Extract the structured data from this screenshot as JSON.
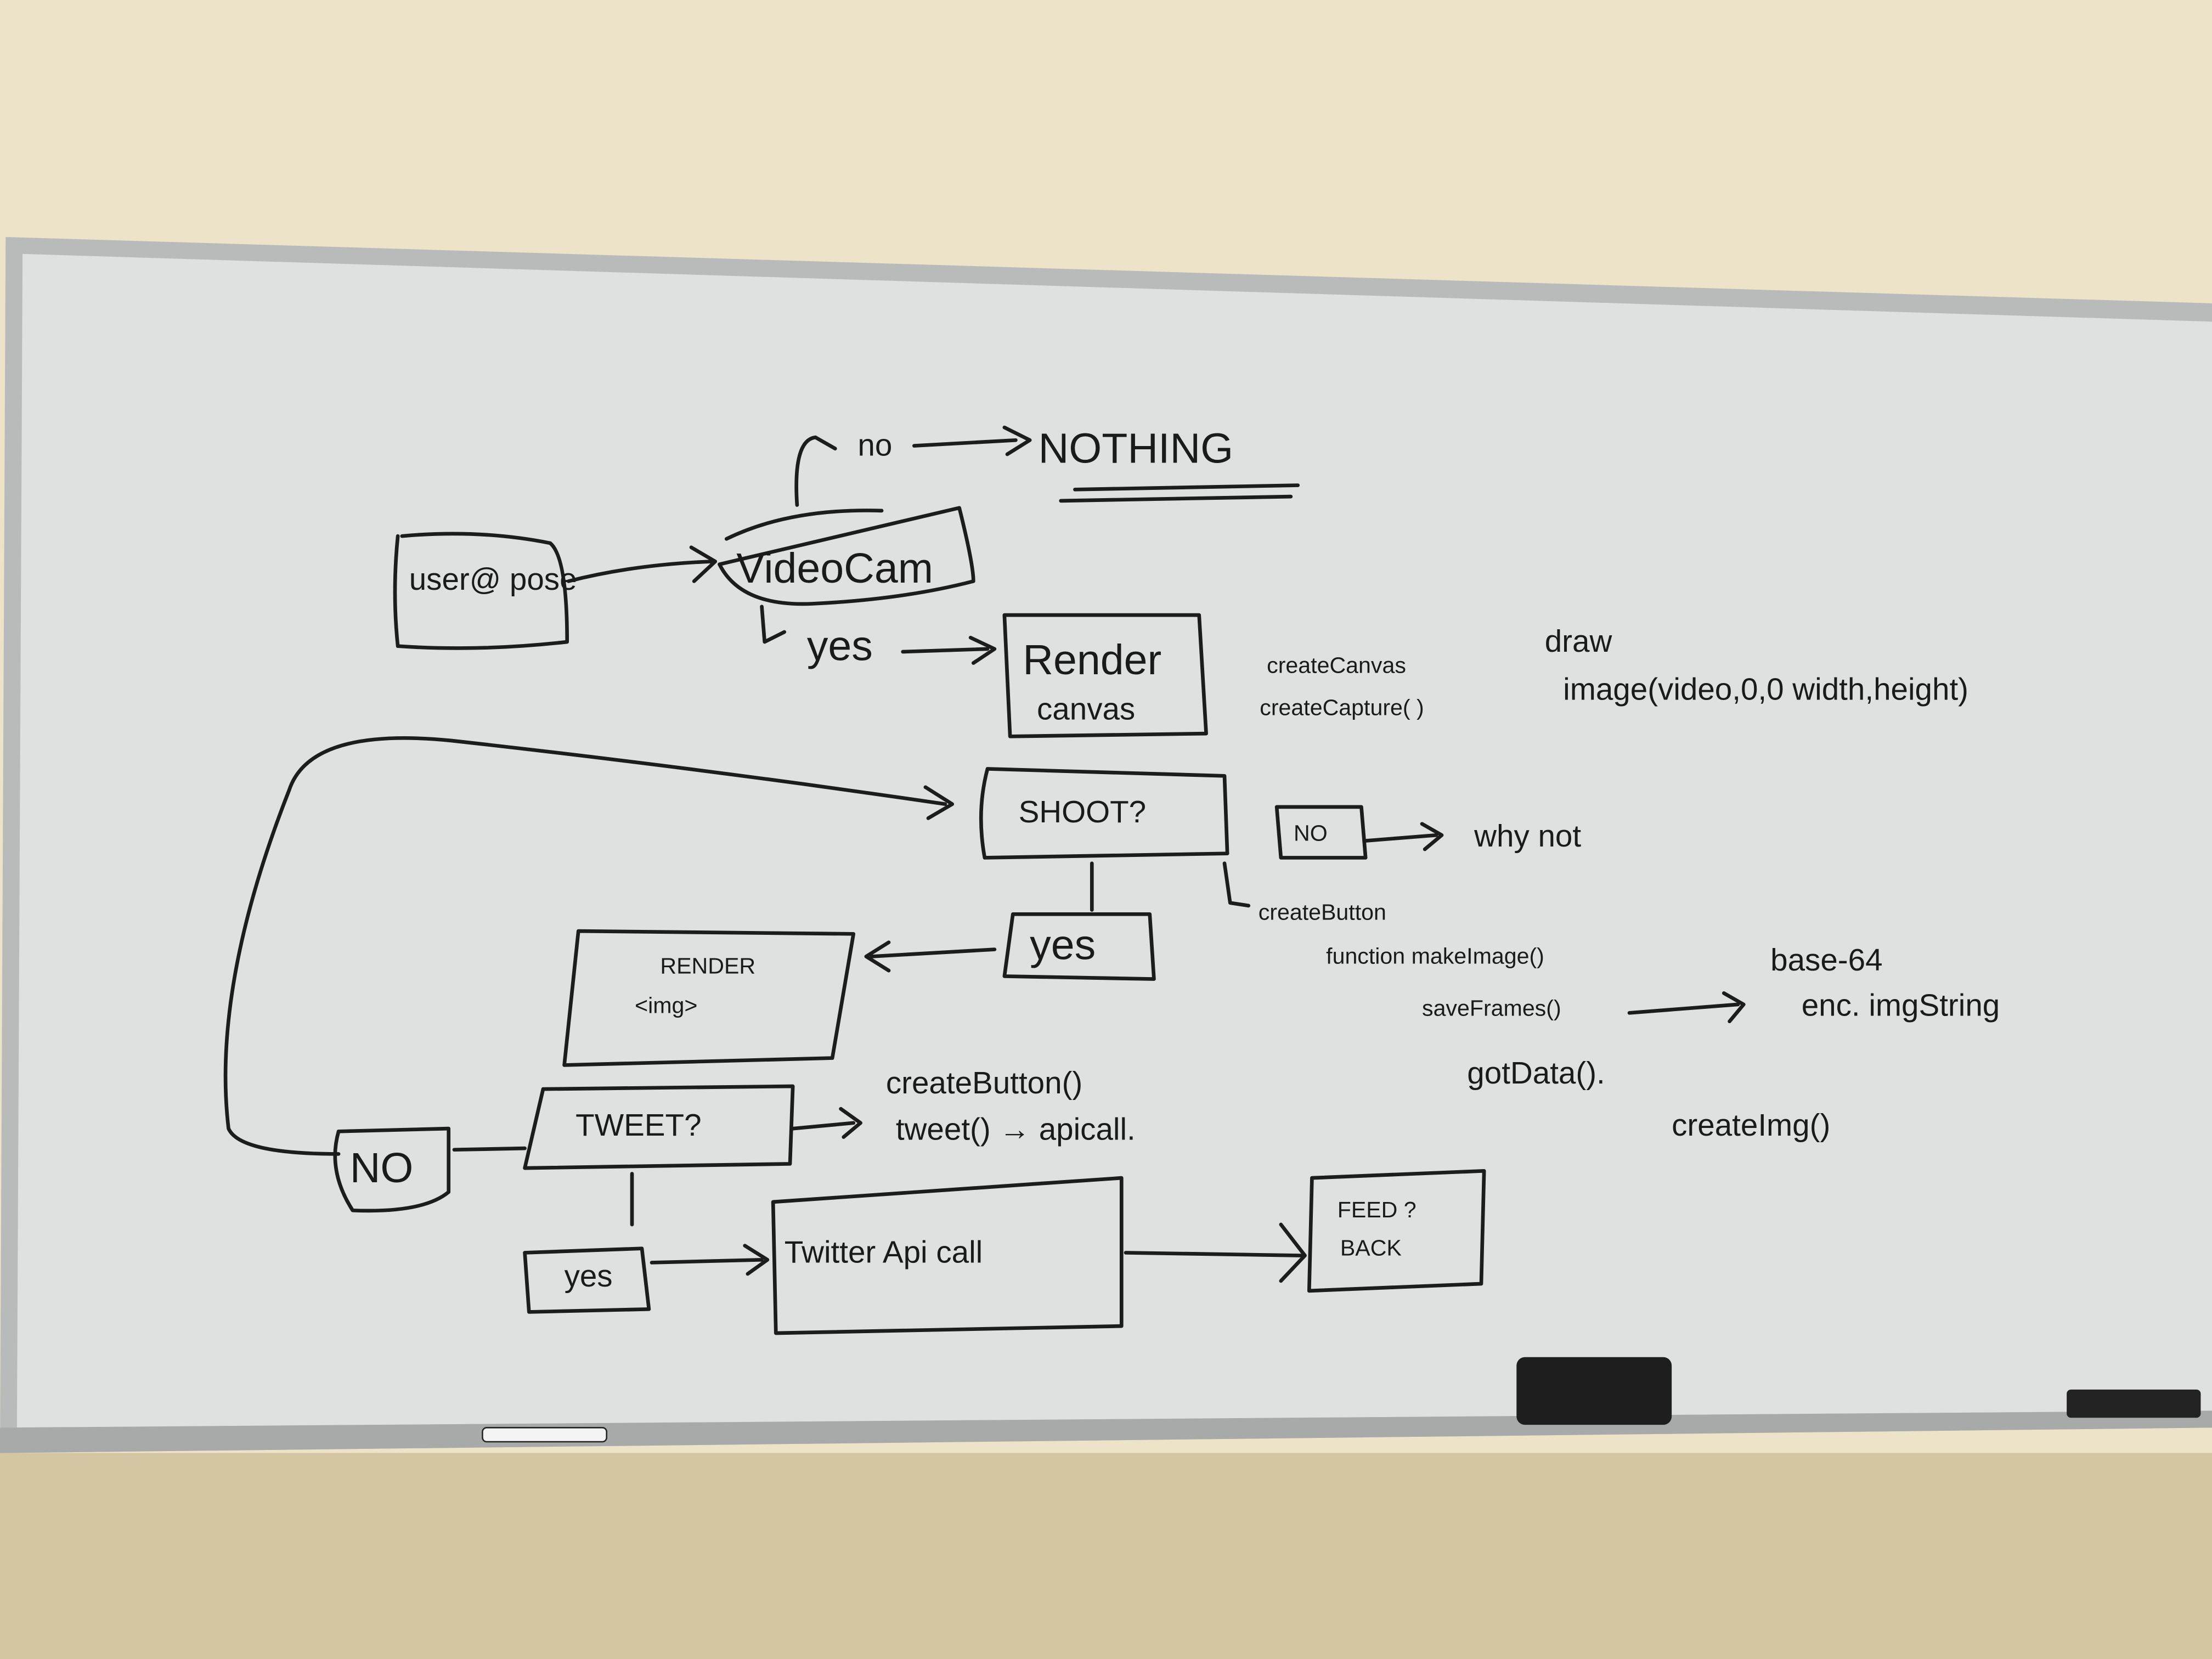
{
  "colors": {
    "wall": "#ece3c8",
    "board": "#dfe0e0",
    "ink": "#1c1c1c",
    "frame": "#b9bbbb"
  },
  "nodes": {
    "user_pose": "user@ pose",
    "video_cam": "VideoCam",
    "nothing": "NOTHING",
    "render_canvas_1": "Render",
    "render_canvas_2": "canvas",
    "shoot": "SHOOT?",
    "no_shoot": "NO",
    "why_not": "why not",
    "yes_shoot": "yes",
    "render_img_1": "RENDER",
    "render_img_2": "<img>",
    "tweet": "TWEET?",
    "no_tweet": "NO",
    "yes_tweet": "yes",
    "twitter_api_call": "Twitter Api call",
    "feedback_1": "FEED ?",
    "feedback_2": "BACK"
  },
  "edges": {
    "no_label": "no",
    "yes_label": "yes"
  },
  "notes": {
    "create_canvas": "createCanvas",
    "create_capture": "createCapture( )",
    "draw": "draw",
    "image_call": "image(video,0,0 width,height)",
    "create_button": "createButton",
    "function_make_image": "function makeImage()",
    "save_frames": "saveFrames()",
    "base64": "base-64",
    "enc_img_string": "enc. imgString",
    "got_data": "gotData().",
    "create_img": "createImg()",
    "create_button_call": "createButton()",
    "tweet_api": "tweet() → apicall."
  }
}
